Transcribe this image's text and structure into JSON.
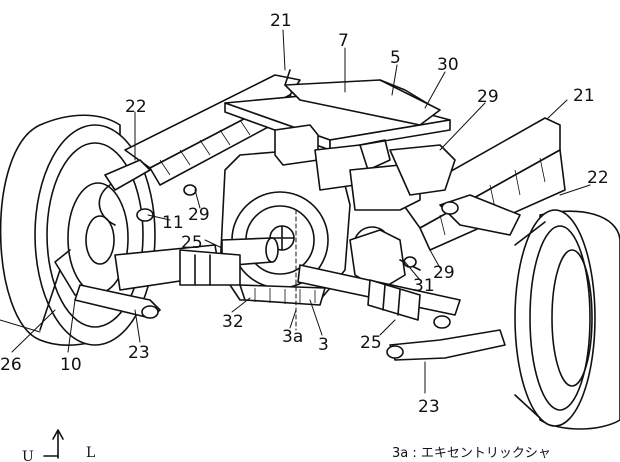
{
  "labels": {
    "l21a": "21",
    "l7": "7",
    "l5": "5",
    "l30": "30",
    "l29a": "29",
    "l21b": "21",
    "l22a": "22",
    "l22b": "22",
    "l11": "11",
    "l29b": "29",
    "l25a": "25",
    "l3a": "3a",
    "l3": "3",
    "l31": "31",
    "l29c": "29",
    "l32": "32",
    "l25b": "25",
    "l26": "26",
    "l10": "10",
    "l23a": "23",
    "l23b": "23"
  },
  "axis": {
    "up": "U",
    "left": "L"
  },
  "caption": "3a : エキセントリックシャ"
}
